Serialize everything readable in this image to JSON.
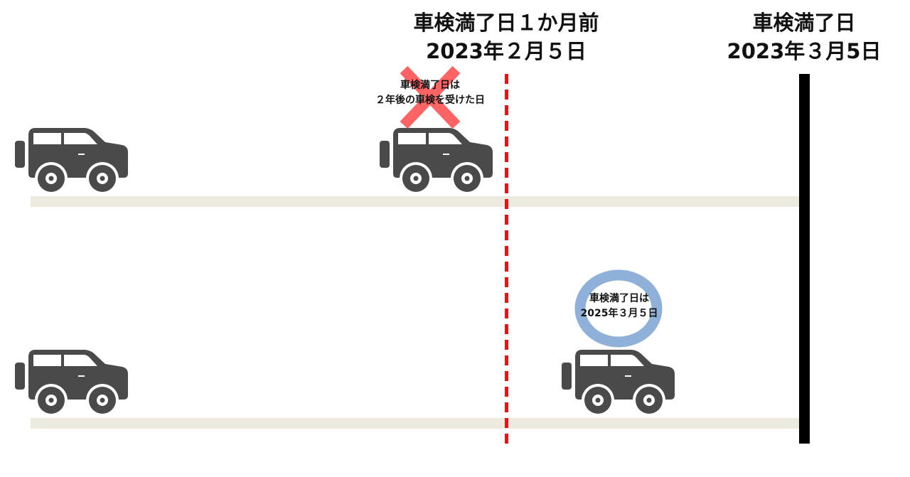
{
  "headers": {
    "one_month_before": {
      "line1": "車検満了日１か月前",
      "line2": "2023年２月５日"
    },
    "expiry": {
      "line1": "車検満了日",
      "line2": "2023年３月5日"
    }
  },
  "notes": {
    "wrong": {
      "line1": "車検満了日は",
      "line2": "２年後の車検を受けた日",
      "mark": "cross-icon"
    },
    "right": {
      "line1": "車検満了日は",
      "line2": "2025年３月５日",
      "mark": "circle-icon"
    }
  },
  "colors": {
    "cross": "#ff5c5c",
    "circle": "#8fb1d9",
    "dashed_line": "#ee1111",
    "deadline": "#000000",
    "car": "#4a4a4a",
    "road": "#edebe0"
  }
}
